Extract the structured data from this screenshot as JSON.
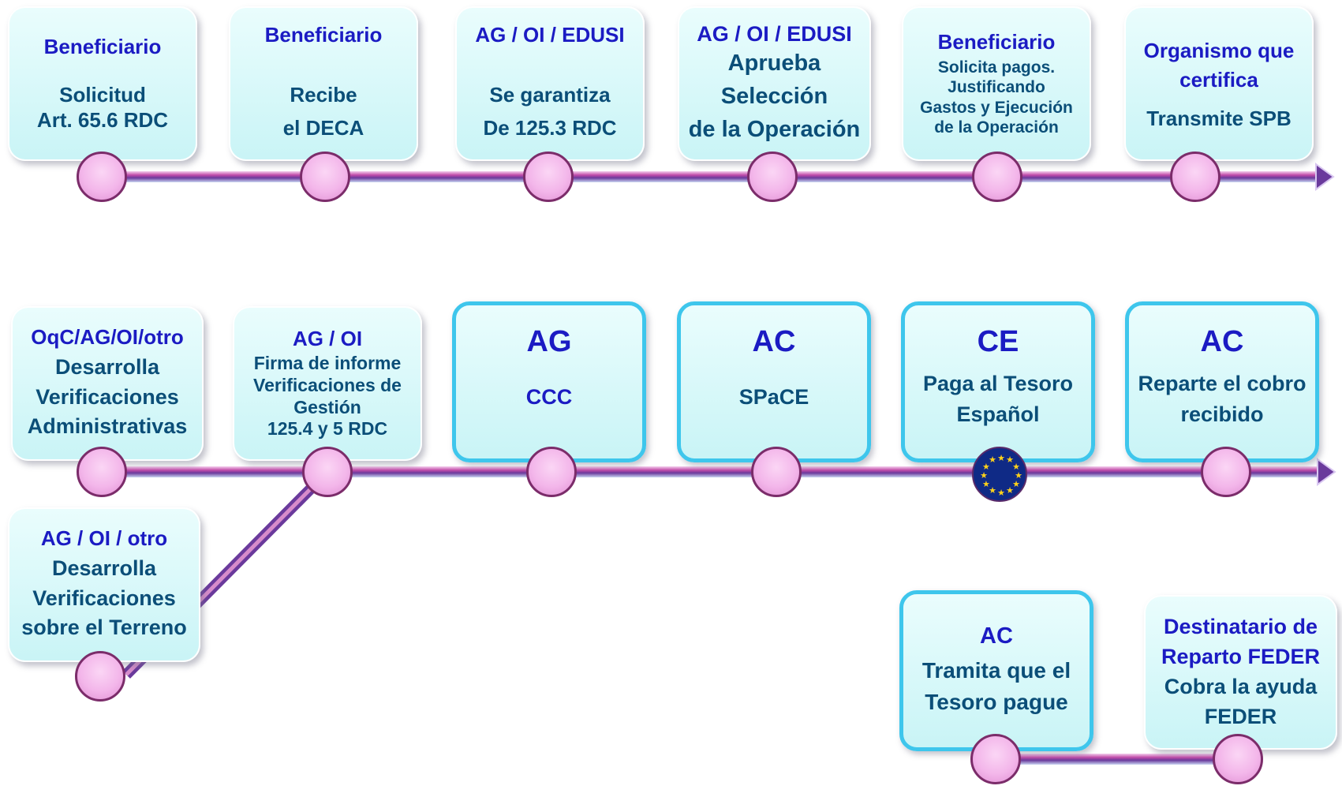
{
  "row1": [
    {
      "actor": "Beneficiario",
      "lines": [
        "Solicitud",
        "Art. 65.6 RDC"
      ]
    },
    {
      "actor": "Beneficiario",
      "lines": [
        "Recibe",
        "el DECA"
      ]
    },
    {
      "actor": "AG / OI / EDUSI",
      "lines": [
        "Se garantiza",
        "De 125.3 RDC"
      ]
    },
    {
      "actor": "AG / OI / EDUSI",
      "lines": [
        "Aprueba",
        "Selección",
        "de la Operación"
      ]
    },
    {
      "actor": "Beneficiario",
      "lines": [
        "Solicita pagos.",
        "Justificando",
        "Gastos y Ejecución",
        "de la Operación"
      ]
    },
    {
      "actor": "Organismo que certifica",
      "lines": [
        "Transmite SPB"
      ]
    }
  ],
  "row2": [
    {
      "actor": "OqC/AG/OI/otro",
      "lines": [
        "Desarrolla",
        "Verificaciones",
        "Administrativas"
      ]
    },
    {
      "actor": "AG / OI",
      "lines": [
        "Firma de informe",
        "Verificaciones de",
        "Gestión",
        "125.4 y 5 RDC"
      ]
    },
    {
      "actor": "AG",
      "lines": [
        "CCC"
      ]
    },
    {
      "actor": "AC",
      "lines": [
        "SPaCE"
      ]
    },
    {
      "actor": "CE",
      "lines": [
        "Paga al Tesoro",
        "Español"
      ]
    },
    {
      "actor": "AC",
      "lines": [
        "Reparte el cobro",
        "recibido"
      ]
    }
  ],
  "branch": {
    "actor": "AG / OI / otro",
    "lines": [
      "Desarrolla",
      "Verificaciones",
      "sobre el Terreno"
    ]
  },
  "row3": [
    {
      "actor": "AC",
      "lines": [
        "Tramita que el",
        "Tesoro pague"
      ]
    },
    {
      "actor": "Destinatario de Reparto FEDER",
      "lines": [
        "Cobra la ayuda",
        "FEDER"
      ]
    }
  ],
  "colors": {
    "actor": "#1b1bc3",
    "body": "#0b4e78",
    "node": "#f3b6ea",
    "highlight_border": "#3ec6ec",
    "eu_flag": "#0f2a86",
    "eu_star": "#ffd21a"
  }
}
